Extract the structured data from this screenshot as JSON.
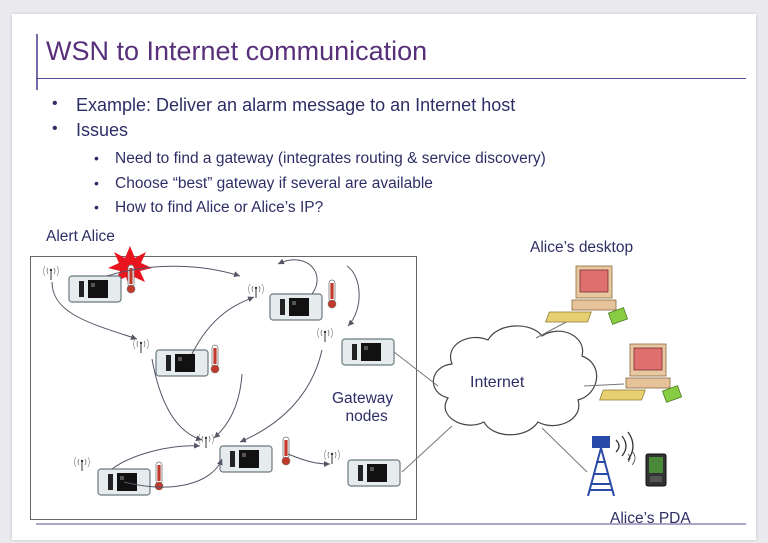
{
  "slide": {
    "title": "WSN to Internet communication",
    "bullets": [
      "Example: Deliver an alarm message to an Internet host",
      "Issues"
    ],
    "sub_bullets": [
      "Need to find a gateway (integrates routing & service discovery)",
      "Choose “best” gateway if several are available",
      "How to find Alice or Alice’s IP?"
    ]
  },
  "diagram": {
    "alert_label": "Alert Alice",
    "gateway_label_line1": "Gateway",
    "gateway_label_line2": "nodes",
    "internet_label": "Internet",
    "desktop_label": "Alice’s desktop",
    "pda_label": "Alice’s PDA"
  },
  "colors": {
    "title": "#58307a",
    "text": "#2e2e66",
    "rule": "#5b4b90",
    "alarm": "#e8141e",
    "thermometer": "#c0392b"
  }
}
